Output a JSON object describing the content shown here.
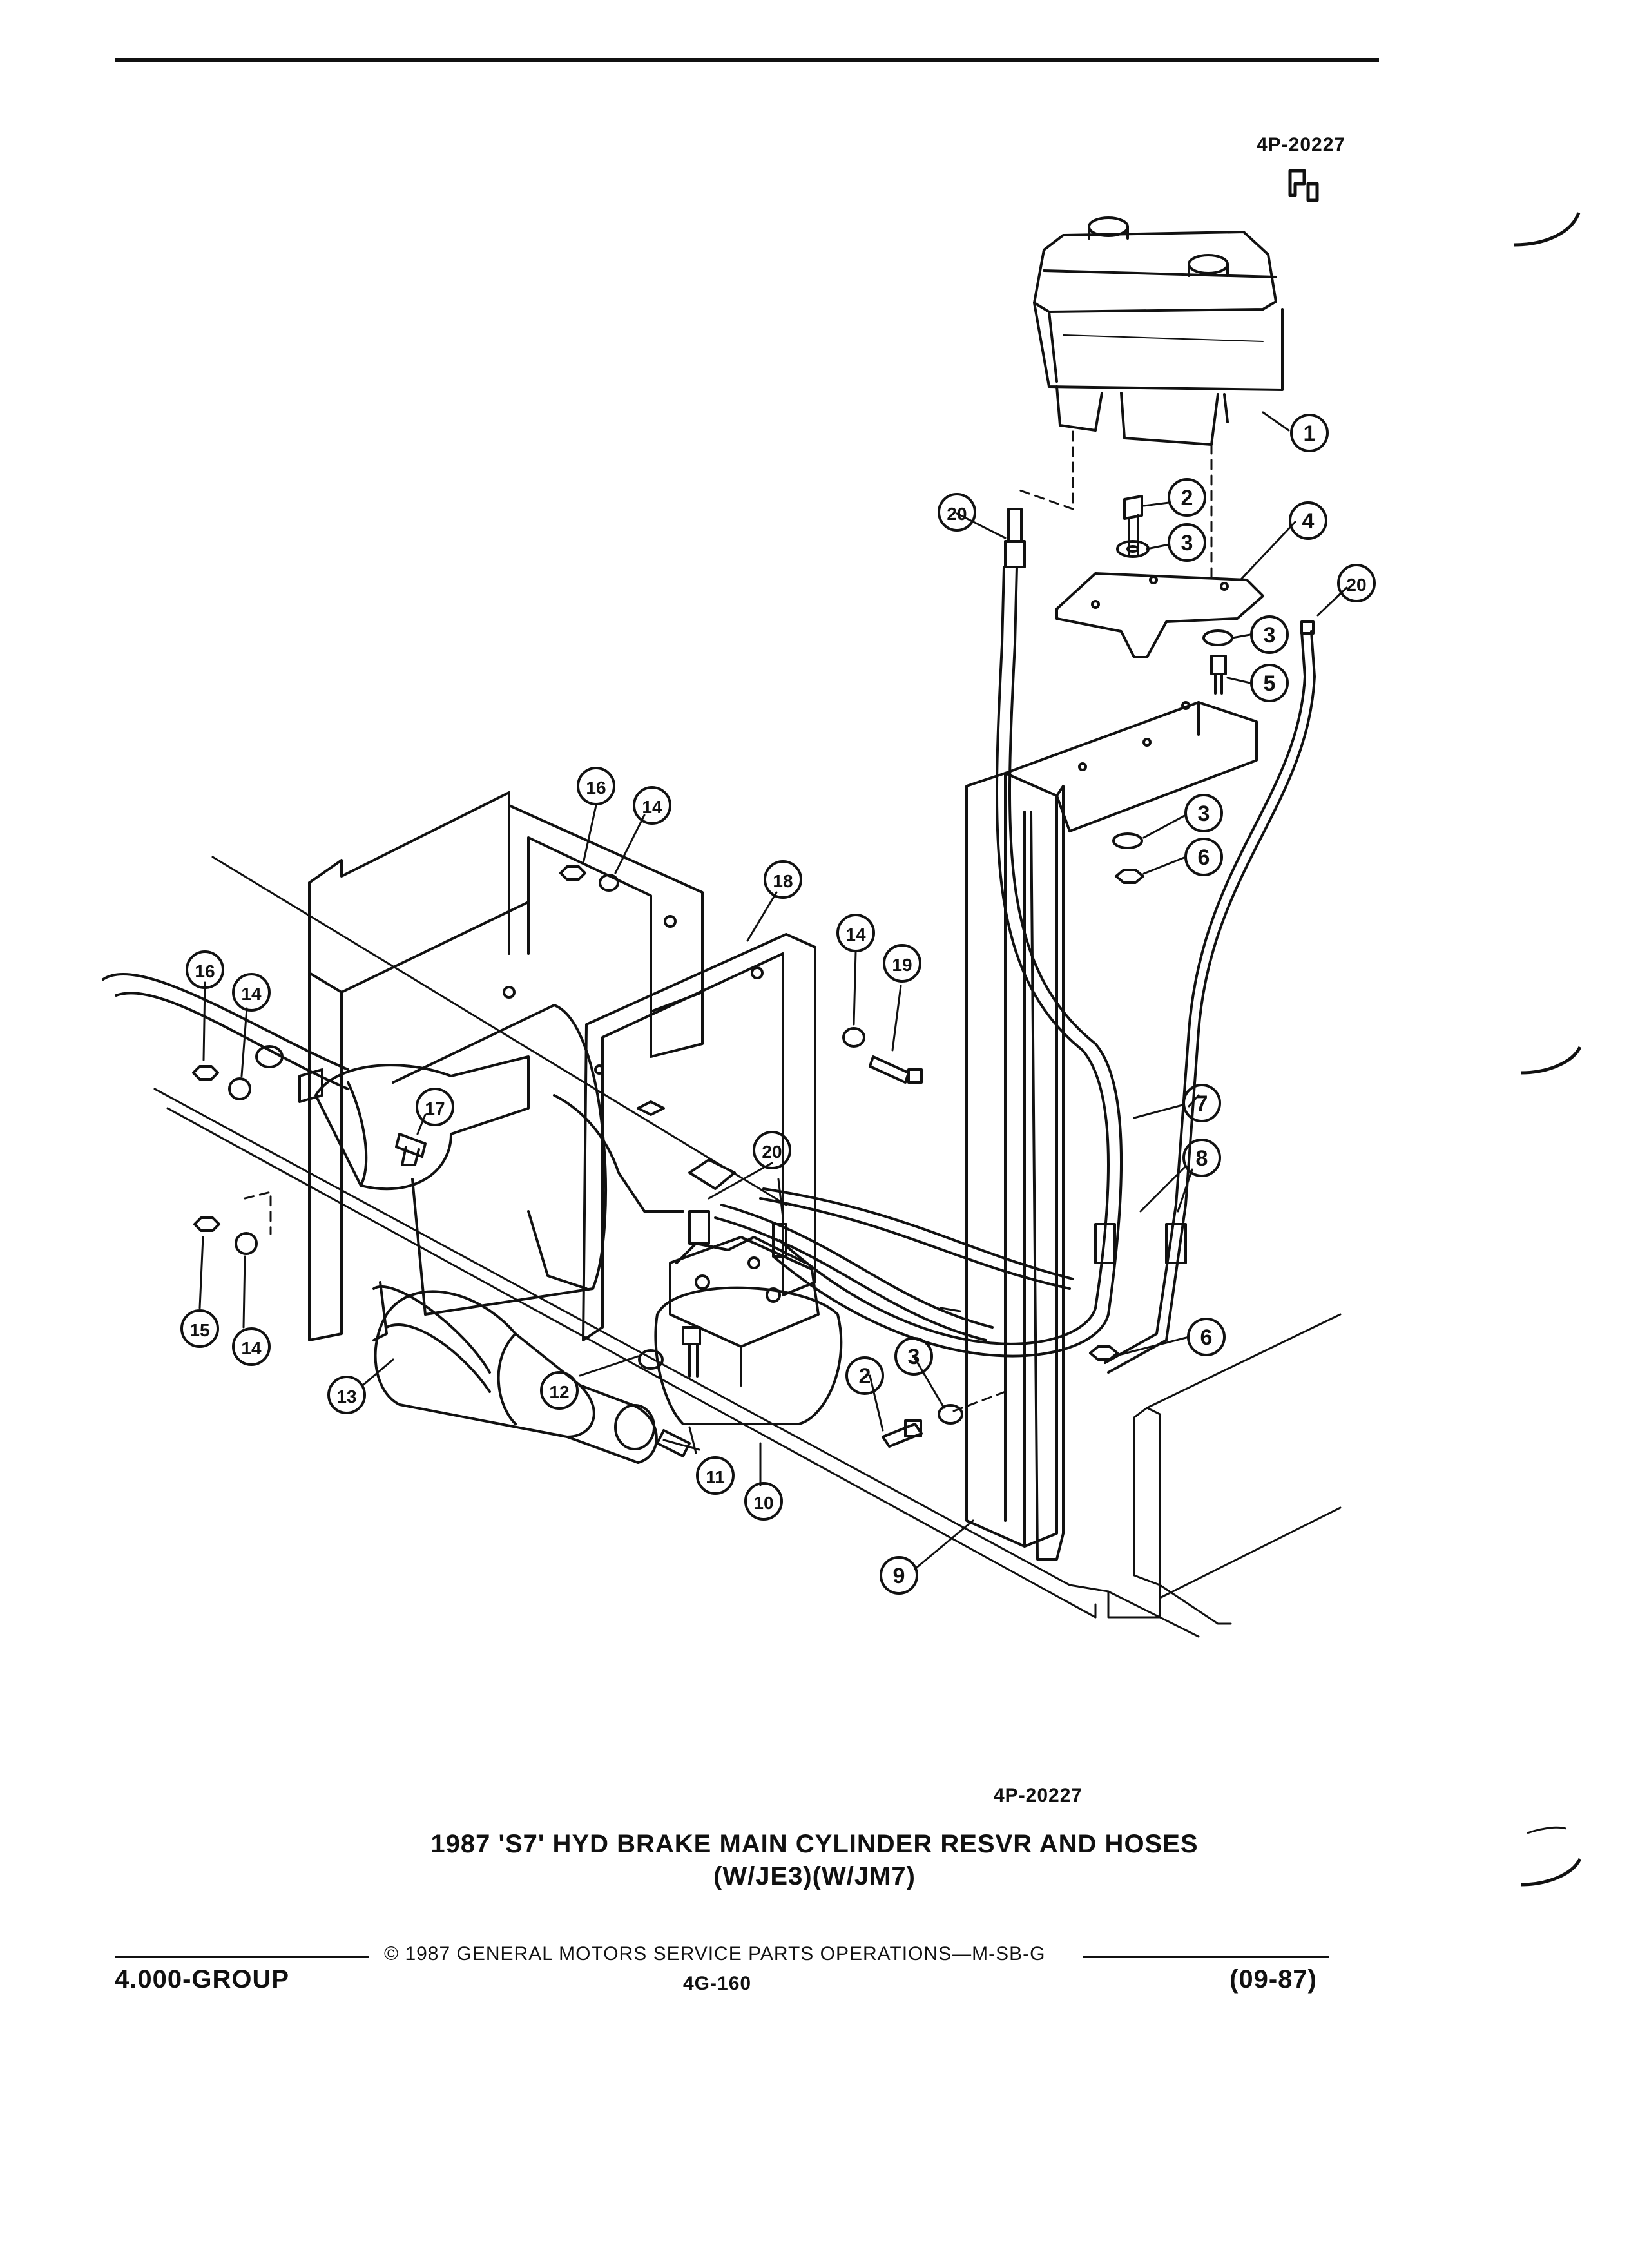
{
  "figure_id_top": "4P-20227",
  "figure_id_bottom": "4P-20227",
  "title_line1": "1987 'S7' HYD BRAKE MAIN CYLINDER RESVR AND HOSES",
  "title_line2": "(W/JE3)(W/JM7)",
  "copyright": "© 1987 GENERAL MOTORS SERVICE PARTS OPERATIONS—M-SB-G",
  "group": "4.000-GROUP",
  "page_number": "4G-160",
  "date": "(09-87)",
  "callouts": [
    "1",
    "2",
    "3",
    "4",
    "20",
    "3",
    "5",
    "3",
    "6",
    "16",
    "14",
    "18",
    "14",
    "19",
    "16",
    "14",
    "17",
    "20",
    "7",
    "8",
    "15",
    "14",
    "2",
    "3",
    "6",
    "13",
    "12",
    "11",
    "10",
    "9",
    "20"
  ]
}
